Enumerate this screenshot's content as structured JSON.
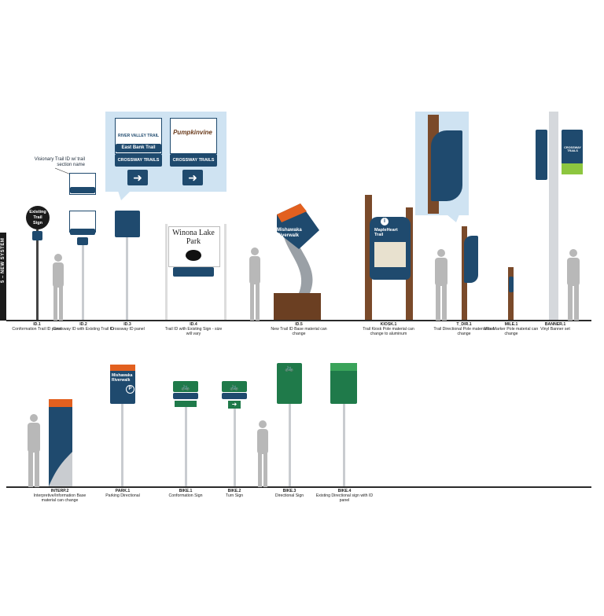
{
  "side_label": "5 – NEW SYSTEM",
  "callout_label": "Visionary Trail ID w/ trail section name",
  "bubble_signs": {
    "left_top": "RIVER VALLEY TRAIL",
    "left_bar": "East Bank Trail",
    "brand": "CROSSWAY TRAILS",
    "right_logo": "Pumpkinvine"
  },
  "existing_sign": "Existing Trail Sign",
  "winona": "Winona Lake Park",
  "mishawaka_riverwalk": "Mishawaka Riverwalk",
  "mapleheart": "MapleHeart Trail",
  "banner_text": "CROSSWAY TRAILS",
  "row1_items": [
    {
      "code": "ID.1",
      "desc": "Conformation Trail ID panel"
    },
    {
      "code": "ID.2",
      "desc": "Crossway ID with Existing Trail ID"
    },
    {
      "code": "ID.3",
      "desc": "Crossway ID panel"
    },
    {
      "code": "ID.4",
      "desc": "Trail ID with Existing Sign - size will vary"
    },
    {
      "code": "ID.5",
      "desc": "New Trail ID Base material can change"
    },
    {
      "code": "KIOSK.1",
      "desc": "Trail Kiosk Pole material can change to aluminum"
    },
    {
      "code": "T_DIR.1",
      "desc": "Trail Directional Pole material can change"
    },
    {
      "code": "MILE.1",
      "desc": "Mile Marker Pole material can change"
    },
    {
      "code": "BANNER.1",
      "desc": "Vinyl Banner set"
    }
  ],
  "row2_items": [
    {
      "code": "INTERP.2",
      "desc": "Interpretive/Information Base material can change"
    },
    {
      "code": "PARK.1",
      "desc": "Parking Directional"
    },
    {
      "code": "BIKE.1",
      "desc": "Conformation Sign"
    },
    {
      "code": "BIKE.2",
      "desc": "Turn Sign"
    },
    {
      "code": "BIKE.3",
      "desc": "Directional Sign"
    },
    {
      "code": "BIKE.4",
      "desc": "Existing Directional sign with ID panel"
    }
  ],
  "colors": {
    "navy": "#1f4a6e",
    "orange": "#e2601f",
    "green": "#1f7a4a",
    "bubble": "#cfe3f2",
    "wood": "#7a4a2a",
    "person": "#b8b8b8"
  }
}
